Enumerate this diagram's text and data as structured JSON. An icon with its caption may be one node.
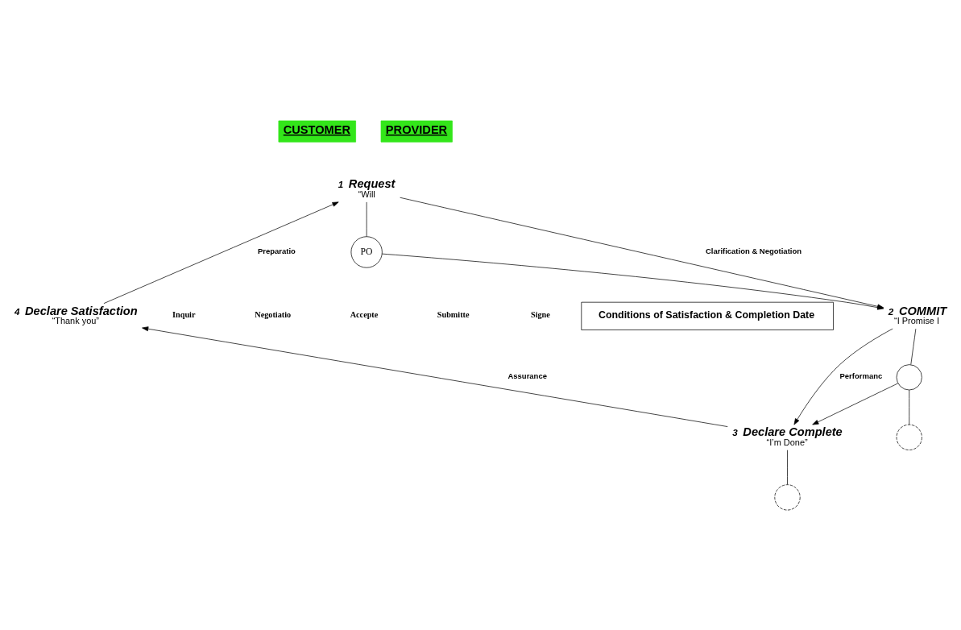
{
  "diagram": {
    "nodes": [
      {
        "text": [
          "Request",
          "“Will"
        ],
        "beside": [
          "1"
        ]
      },
      {
        "text": [
          "COMMIT",
          "“I Promise I"
        ],
        "beside": [
          "2"
        ]
      },
      {
        "text": [
          "Declare Complete",
          "“I’m Done”"
        ],
        "beside": [
          "3"
        ]
      },
      {
        "text": [
          "Declare Satisfaction",
          "“Thank you”"
        ],
        "beside": [
          "4"
        ]
      },
      {
        "text": [
          "Conditions of Satisfaction & Completion Date"
        ]
      },
      {
        "text": [
          "CUSTOMER"
        ]
      },
      {
        "text": [
          "PROVIDER"
        ]
      },
      {
        "text": [
          "PO"
        ]
      },
      {
        "text": [],
        "shape": "circle"
      },
      {
        "text": [],
        "shape": "circle"
      },
      {
        "text": [],
        "shape": "circle"
      }
    ],
    "edges": [
      {
        "from": 0,
        "to": 1,
        "arrow": "to",
        "label": "Clarification & Negotiation"
      },
      {
        "from": 1,
        "to": 2,
        "arrow": "to",
        "label": "Performanc"
      },
      {
        "from": 2,
        "to": 3,
        "arrow": "to",
        "label": "Assurance"
      },
      {
        "from": 3,
        "to": 0,
        "arrow": "to",
        "label": "Preparatio"
      },
      {
        "from": 0,
        "to": 7,
        "arrow": "none"
      },
      {
        "from": 7,
        "to": 1,
        "arrow": "to"
      },
      {
        "from": 1,
        "to": 8,
        "arrow": "none"
      },
      {
        "from": 8,
        "to": 9,
        "arrow": "none"
      },
      {
        "from": 8,
        "to": 2,
        "arrow": "to"
      },
      {
        "from": 2,
        "to": 10,
        "arrow": "none"
      }
    ],
    "labels": [
      "Inquir",
      "Negotiatio",
      "Accepte",
      "Submitte",
      "Signe"
    ]
  }
}
